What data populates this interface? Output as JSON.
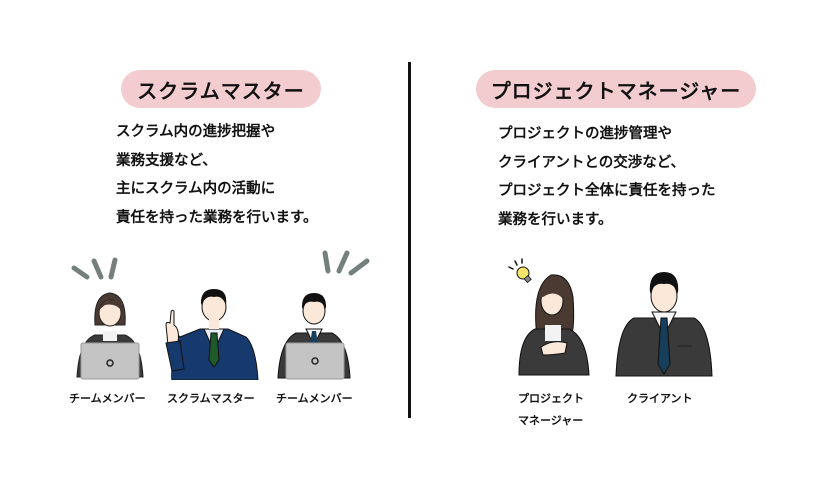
{
  "left_panel": {
    "title": "スクラムマスター",
    "description_lines": [
      "スクラム内の進捗把握や",
      "業務支援など、",
      "主にスクラム内の活動に",
      "責任を持った業務を行います。"
    ],
    "figures": [
      {
        "label": "チームメンバー",
        "icon": "team-member-woman-laptop"
      },
      {
        "label": "スクラムマスター",
        "icon": "scrum-master-man-pointing"
      },
      {
        "label": "チームメンバー",
        "icon": "team-member-man-laptop"
      }
    ]
  },
  "right_panel": {
    "title": "プロジェクトマネージャー",
    "description_lines": [
      "プロジェクトの進捗管理や",
      "クライアントとの交渉など、",
      "プロジェクト全体に責任を持った",
      "業務を行います。"
    ],
    "figures": [
      {
        "label_lines": [
          "プロジェクト",
          "マネージャー"
        ],
        "icon": "project-manager-woman-lightbulb"
      },
      {
        "label": "クライアント",
        "icon": "client-man-suit"
      }
    ]
  },
  "colors": {
    "pill_bg": "#f3cccf",
    "text": "#111111",
    "divider": "#111111",
    "suit_dark": "#3a3a3a",
    "suit_navy": "#173a6e",
    "tie_green": "#1f5a2a",
    "tie_navy": "#173f5c",
    "laptop": "#c4c4c4",
    "accent_strokes": "#74807d"
  }
}
